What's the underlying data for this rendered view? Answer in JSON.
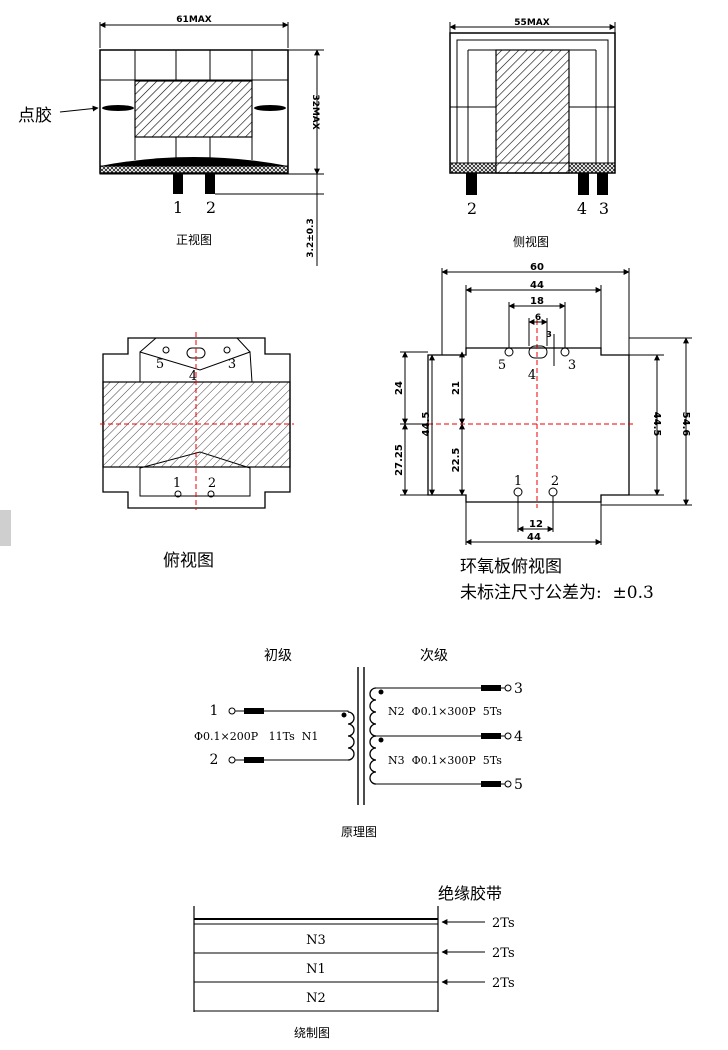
{
  "front_view": {
    "caption": "正视图",
    "dim_width": "61MAX",
    "dim_height": "32MAX",
    "dim_pin": "3.2±0.3",
    "glue_label": "点胶",
    "pins": [
      "1",
      "2"
    ]
  },
  "side_view": {
    "caption": "侧视图",
    "dim_width": "55MAX",
    "pins": [
      "2",
      "4",
      "3"
    ]
  },
  "top_view": {
    "caption": "俯视图",
    "pins": [
      "5",
      "4",
      "3",
      "1",
      "2"
    ]
  },
  "pcb_view": {
    "caption": "环氧板俯视图",
    "tolerance_note": "未标注尺寸公差为:  ±0.3",
    "dims": {
      "d60": "60",
      "d44_top": "44",
      "d18": "18",
      "d6": "6",
      "d3": "3",
      "d24": "24",
      "d21": "21",
      "d44_5_left": "44.5",
      "d27_25": "27.25",
      "d22_5": "22.5",
      "d44_5_right": "44.5",
      "d54_6": "54.6",
      "d12": "12",
      "d44_bottom": "44"
    },
    "pins": [
      "5",
      "4",
      "3",
      "1",
      "2"
    ]
  },
  "schematic": {
    "caption": "原理图",
    "primary_label": "初级",
    "secondary_label": "次级",
    "primary_spec": "Φ0.1×200P   11Ts  N1",
    "n2_spec": "N2  Φ0.1×300P  5Ts",
    "n3_spec": "N3  Φ0.1×300P  5Ts",
    "pins": [
      "1",
      "2",
      "3",
      "4",
      "5"
    ]
  },
  "winding": {
    "caption": "绕制图",
    "tape_label": "绝缘胶带",
    "layers": [
      "N3",
      "N1",
      "N2"
    ],
    "turns": [
      "2Ts",
      "2Ts",
      "2Ts"
    ]
  }
}
